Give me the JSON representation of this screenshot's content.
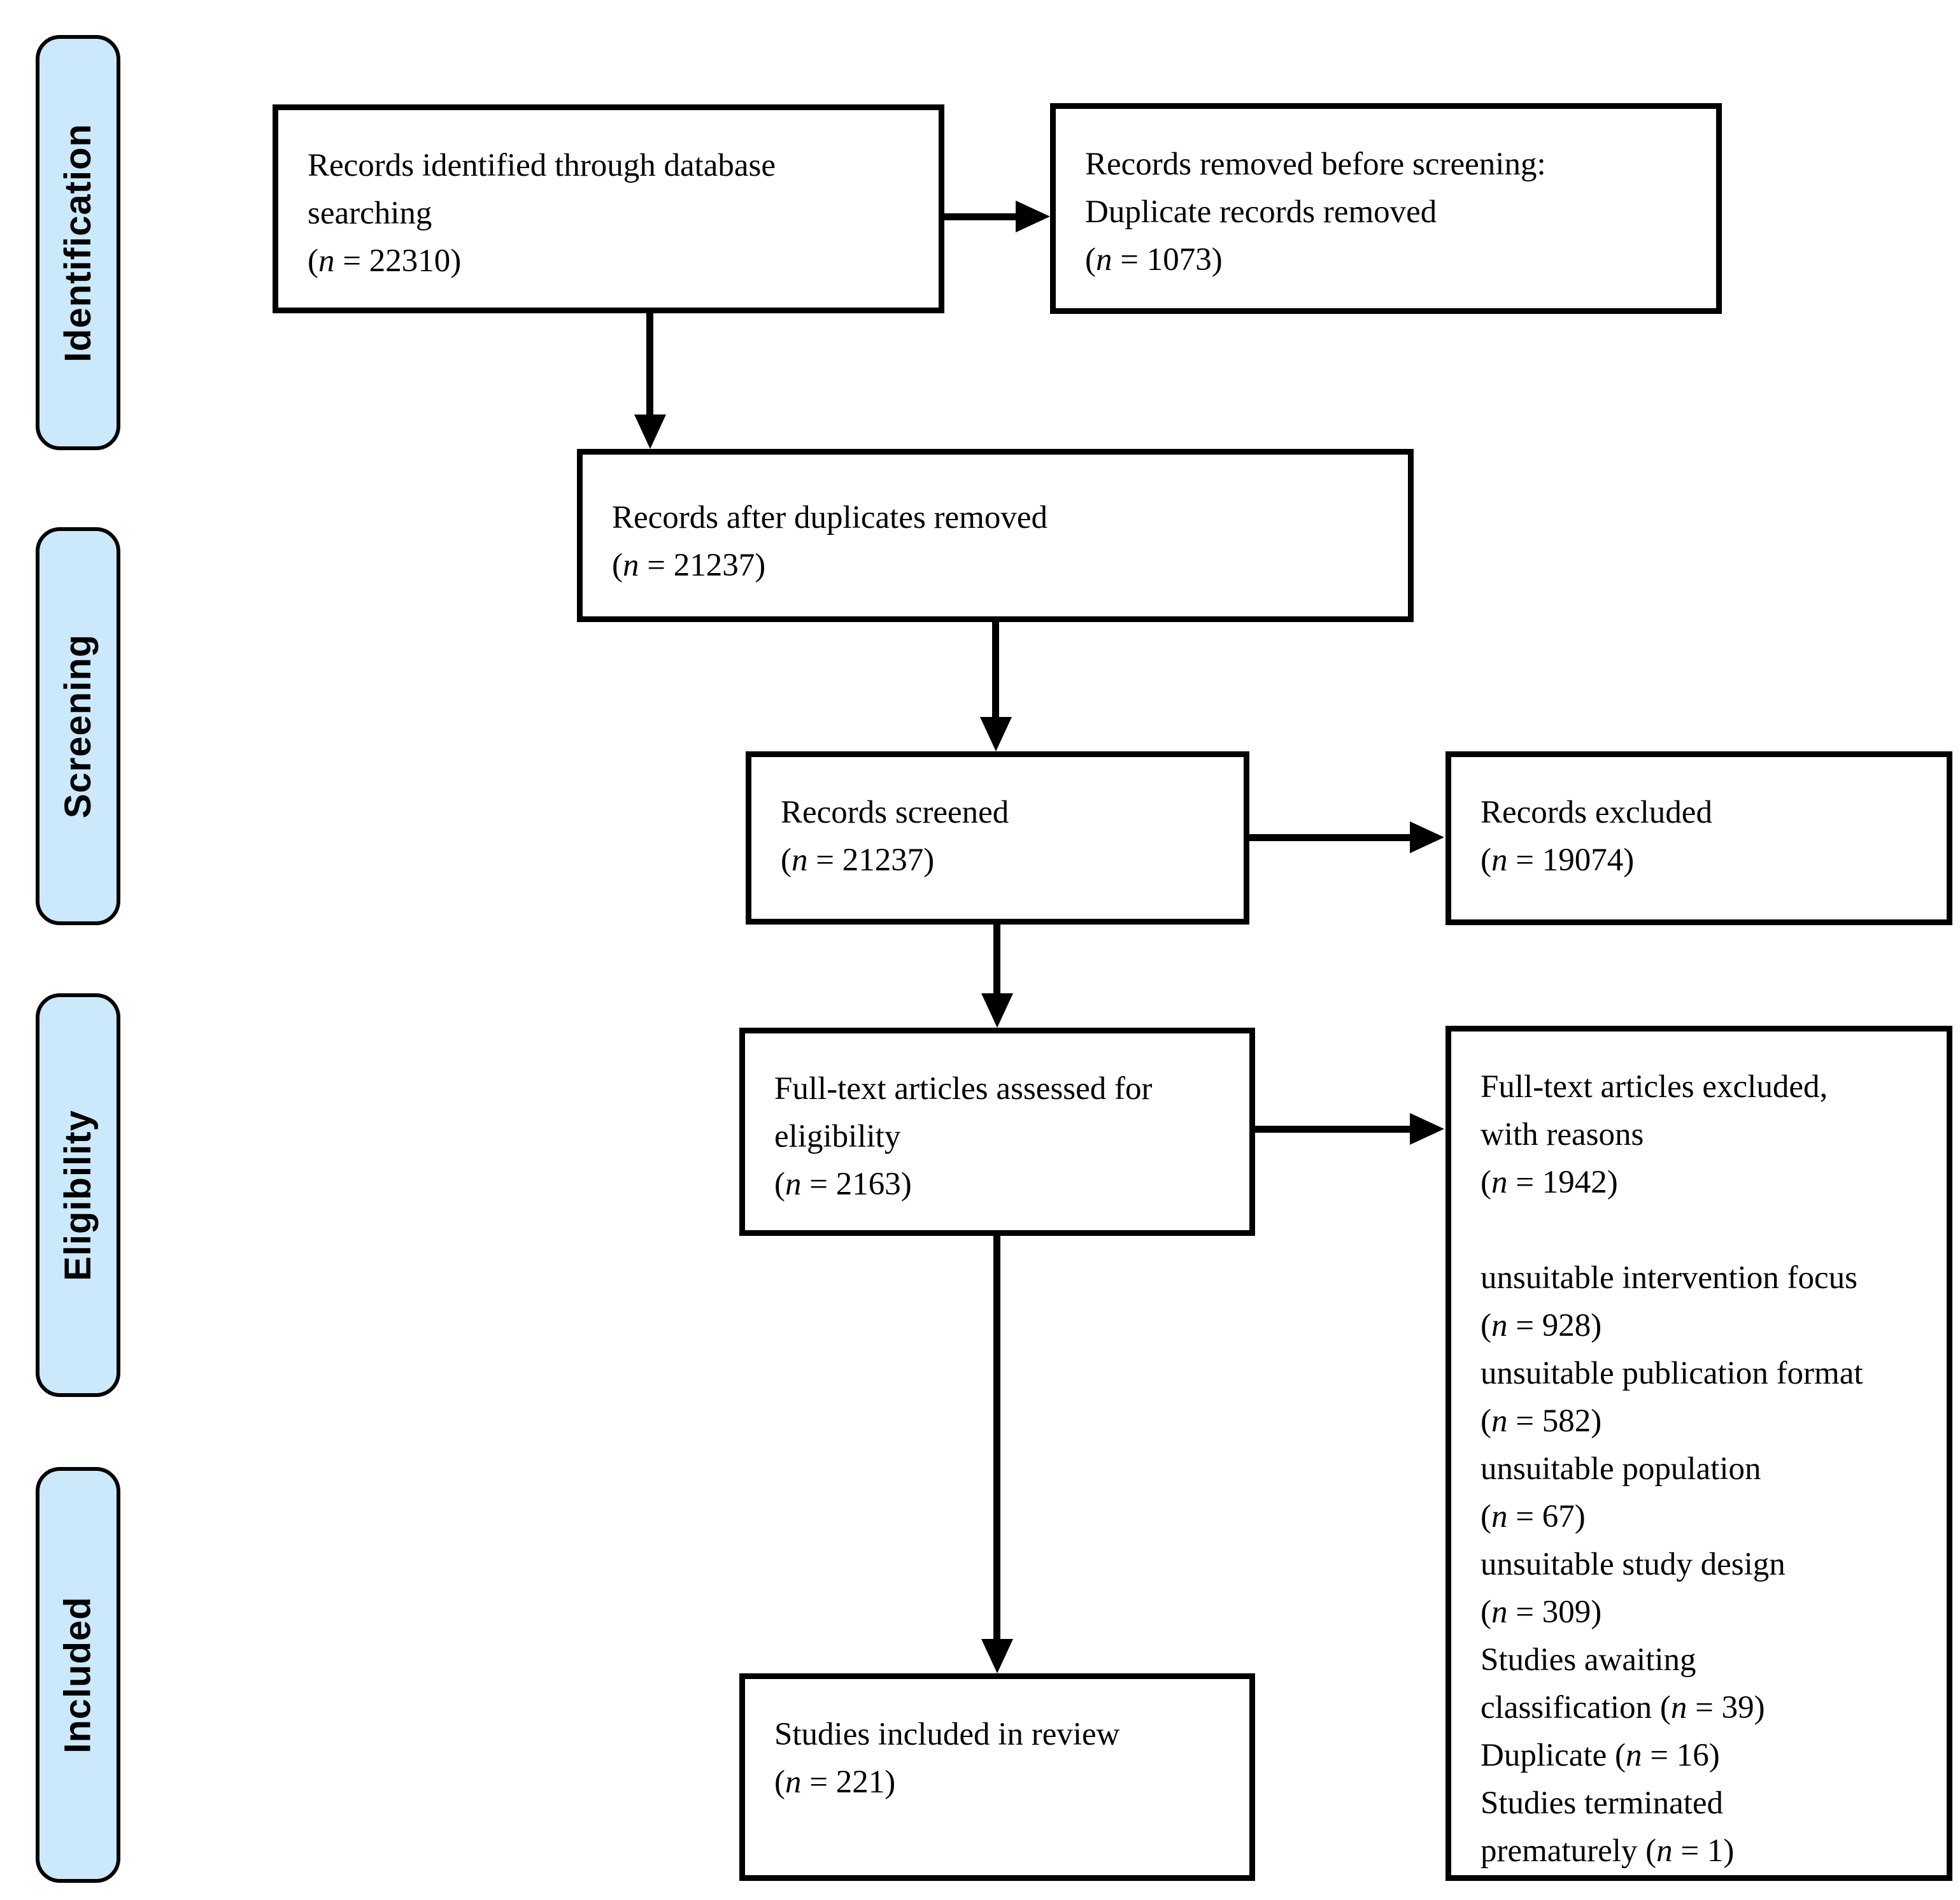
{
  "colors": {
    "stage_fill": "#cbe9fb",
    "stage_border": "#000000",
    "box_border": "#000000",
    "text": "#000000",
    "background": "#ffffff"
  },
  "stages": [
    {
      "label": "Identification"
    },
    {
      "label": "Screening"
    },
    {
      "label": "Eligibility"
    },
    {
      "label": "Included"
    }
  ],
  "boxes": {
    "identified": {
      "lines": [
        "Records identified through database",
        "searching",
        "(n = 22310)"
      ]
    },
    "removed_before_screening": {
      "lines": [
        "Records removed before screening:",
        "Duplicate records removed",
        "(n = 1073)"
      ]
    },
    "after_duplicates": {
      "lines": [
        "Records after duplicates removed",
        "(n = 21237)"
      ]
    },
    "screened": {
      "lines": [
        "Records screened",
        "(n = 21237)"
      ]
    },
    "records_excluded": {
      "lines": [
        "Records excluded",
        "(n = 19074)"
      ]
    },
    "fulltext_assessed": {
      "lines": [
        "Full-text articles assessed for",
        "eligibility",
        "(n = 2163)"
      ]
    },
    "fulltext_excluded": {
      "lines": [
        "Full-text articles excluded,",
        "with reasons",
        "(n = 1942)",
        "",
        "unsuitable intervention focus",
        "(n = 928)",
        "unsuitable publication format",
        "(n = 582)",
        "unsuitable population",
        "(n = 67)",
        "unsuitable study design",
        "(n = 309)",
        "Studies awaiting",
        "classification (n = 39)",
        "Duplicate (n = 16)",
        "Studies terminated",
        "prematurely (n = 1)"
      ]
    },
    "included_in_review": {
      "lines": [
        "Studies included in review",
        "(n = 221)"
      ]
    }
  }
}
